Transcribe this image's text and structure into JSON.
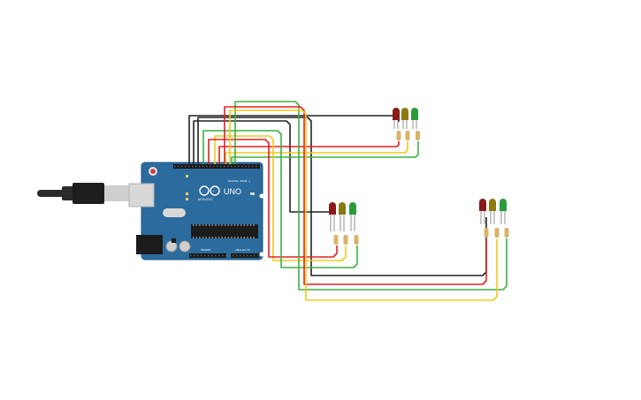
{
  "board": {
    "model": "UNO",
    "brand": "ARDUINO",
    "header_digital": "DIGITAL (PWM~)",
    "header_power": "POWER",
    "header_analog": "ANALOG IN"
  },
  "colors": {
    "board": "#2b6b9e",
    "wire_red": "#e02020",
    "wire_yellow": "#f2c81a",
    "wire_green": "#3cb043",
    "wire_black": "#222222",
    "led_red": "#8b1a1a",
    "led_yellow": "#8b7a10",
    "led_green": "#2a9a3a",
    "resistor": "#d9b36a"
  },
  "traffic_lights": [
    {
      "id": "light-1",
      "leds": [
        "red",
        "yellow",
        "green"
      ]
    },
    {
      "id": "light-2",
      "leds": [
        "red",
        "yellow",
        "green"
      ]
    },
    {
      "id": "light-3",
      "leds": [
        "red",
        "yellow",
        "green"
      ]
    }
  ]
}
